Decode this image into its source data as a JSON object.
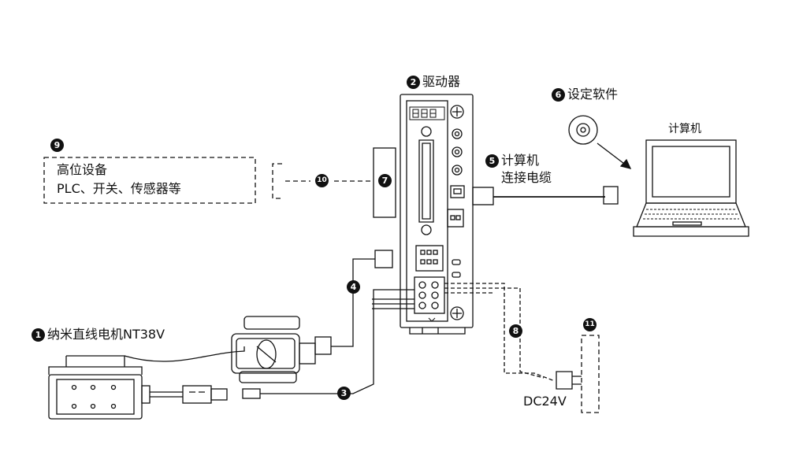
{
  "labels": {
    "driver": "驱动器",
    "software": "设定软件",
    "computer": "计算机",
    "pc_cable_line1": "计算机",
    "pc_cable_line2": "连接电缆",
    "host_line1": "高位设备",
    "host_line2": "PLC、开关、传感器等",
    "motor": "纳米直线电机NT38V",
    "power": "DC24V"
  },
  "badges": {
    "motor": "1",
    "driver": "2",
    "cable3": "3",
    "cable4": "4",
    "pc_cable": "5",
    "software": "6",
    "io_connector": "7",
    "power_cable": "8",
    "host": "9",
    "io_cable": "10",
    "power_supply": "11"
  },
  "colors": {
    "line": "#111111",
    "badge_fill": "#111111",
    "badge_text": "#ffffff"
  }
}
